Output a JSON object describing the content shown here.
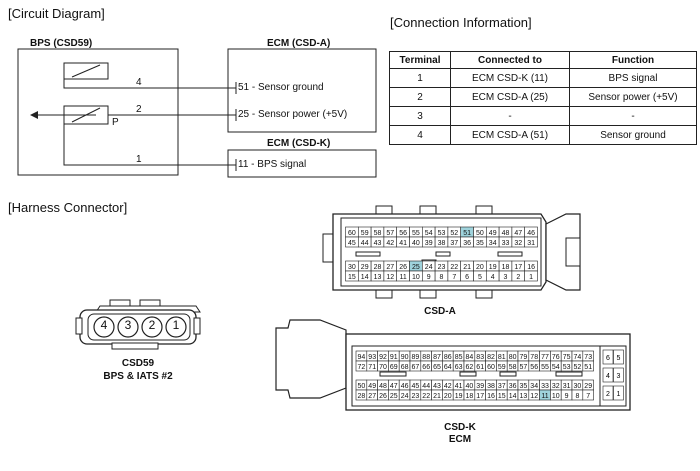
{
  "headings": {
    "circuit": "[Circuit Diagram]",
    "connection": "[Connection Information]",
    "harness": "[Harness Connector]"
  },
  "circuit": {
    "bps_title": "BPS (CSD59)",
    "ecm_a_title": "ECM (CSD-A)",
    "ecm_k_title": "ECM (CSD-K)",
    "wire_4": "4",
    "wire_2": "2",
    "wire_1": "1",
    "pin_p": "P",
    "sensor_ground": "51 - Sensor ground",
    "sensor_power": "25 - Sensor power (+5V)",
    "bps_signal": "11 - BPS signal"
  },
  "table": {
    "headers": [
      "Terminal",
      "Connected to",
      "Function"
    ],
    "rows": [
      [
        "1",
        "ECM CSD-K (11)",
        "BPS signal"
      ],
      [
        "2",
        "ECM CSD-A (25)",
        "Sensor power (+5V)"
      ],
      [
        "3",
        "-",
        "-"
      ],
      [
        "4",
        "ECM CSD-A (51)",
        "Sensor ground"
      ]
    ]
  },
  "csd59": {
    "pins": [
      "4",
      "3",
      "2",
      "1"
    ],
    "label_1": "CSD59",
    "label_2": "BPS & IATS #2"
  },
  "csd_a": {
    "label": "CSD-A",
    "rows": [
      [
        "60",
        "59",
        "58",
        "57",
        "56",
        "55",
        "54",
        "53",
        "52",
        "51",
        "50",
        "49",
        "48",
        "47",
        "46"
      ],
      [
        "45",
        "44",
        "43",
        "42",
        "41",
        "40",
        "39",
        "38",
        "37",
        "36",
        "35",
        "34",
        "33",
        "32",
        "31"
      ],
      [
        "30",
        "29",
        "28",
        "27",
        "26",
        "25",
        "24",
        "23",
        "22",
        "21",
        "20",
        "19",
        "18",
        "17",
        "16"
      ],
      [
        "15",
        "14",
        "13",
        "12",
        "11",
        "10",
        "9",
        "8",
        "7",
        "6",
        "5",
        "4",
        "3",
        "2",
        "1"
      ]
    ],
    "highlight": [
      "51",
      "25"
    ]
  },
  "csd_k": {
    "label_1": "CSD-K",
    "label_2": "ECM",
    "rows": [
      [
        "94",
        "93",
        "92",
        "91",
        "90",
        "89",
        "88",
        "87",
        "86",
        "85",
        "84",
        "83",
        "82",
        "81",
        "80",
        "79",
        "78",
        "77",
        "76",
        "75",
        "74",
        "73"
      ],
      [
        "72",
        "71",
        "70",
        "69",
        "68",
        "67",
        "66",
        "65",
        "64",
        "63",
        "62",
        "61",
        "60",
        "59",
        "58",
        "57",
        "56",
        "55",
        "54",
        "53",
        "52",
        "51"
      ],
      [
        "50",
        "49",
        "48",
        "47",
        "46",
        "45",
        "44",
        "43",
        "42",
        "41",
        "40",
        "39",
        "38",
        "37",
        "36",
        "35",
        "34",
        "33",
        "32",
        "31",
        "30",
        "29"
      ],
      [
        "28",
        "27",
        "26",
        "25",
        "24",
        "23",
        "22",
        "21",
        "20",
        "19",
        "18",
        "17",
        "16",
        "15",
        "14",
        "13",
        "12",
        "11",
        "10",
        "9",
        "8",
        "7"
      ]
    ],
    "side": [
      [
        "6",
        "5"
      ],
      [
        "4",
        "3"
      ],
      [
        "2",
        "1"
      ]
    ],
    "highlight": [
      "11"
    ]
  },
  "colors": {
    "highlight": "#9fd3dc",
    "line": "#222222"
  }
}
